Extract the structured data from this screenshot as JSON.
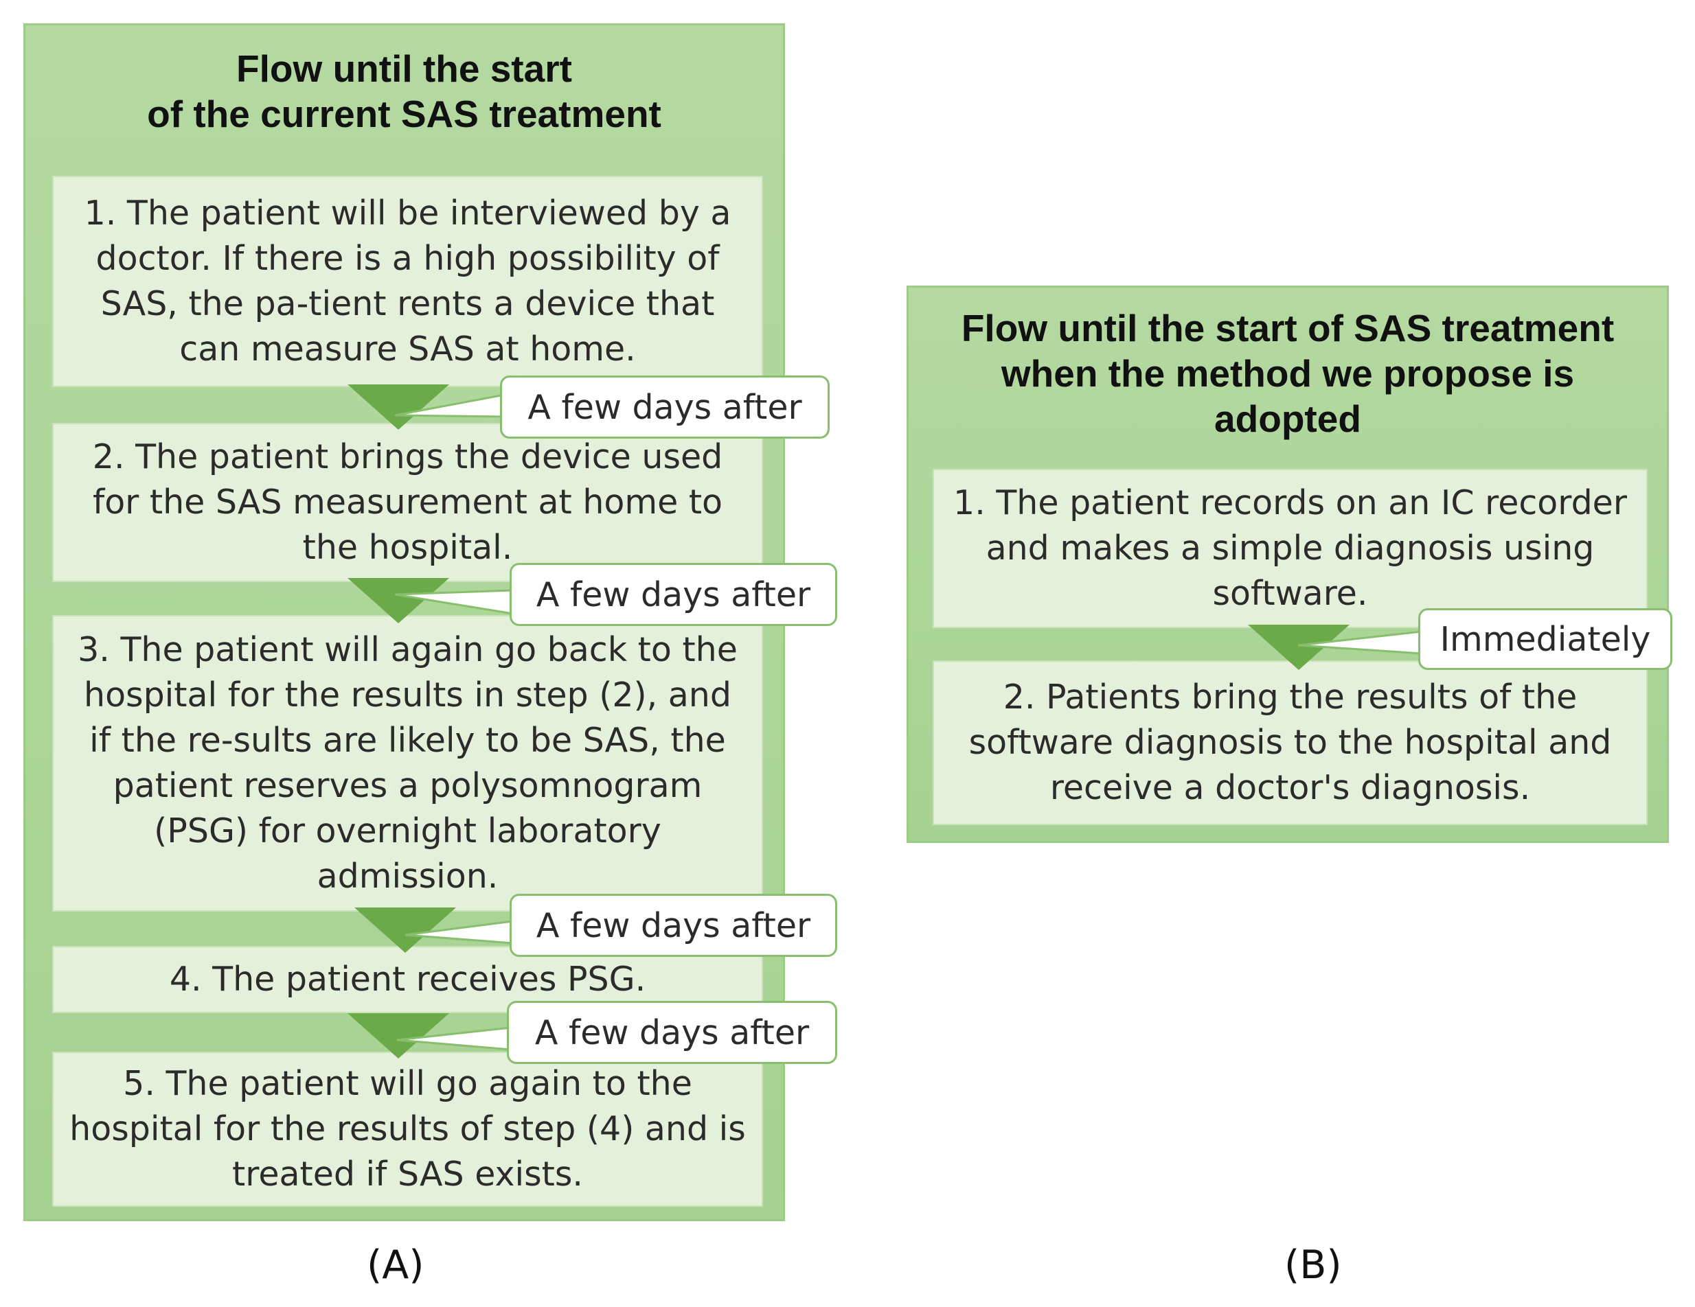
{
  "panel_a": {
    "title_line1": "Flow until the start",
    "title_line2": "of the current SAS treatment",
    "steps": [
      "1. The patient will be interviewed by a doctor. If there is a high possibility of SAS, the pa-tient rents a device that can measure SAS at home.",
      "2. The patient brings the device used for the SAS measurement at home to the hospital.",
      "3. The patient will again go back to the hospital for the results in step (2), and if the re-sults are likely to be SAS, the patient reserves a polysomnogram (PSG) for overnight laboratory admission.",
      "4. The patient receives PSG.",
      "5. The patient will go again to the hospital for the results of step (4) and is treated if SAS exists."
    ],
    "transitions": [
      "A few days after",
      "A few days after",
      "A few days after",
      "A few days after"
    ],
    "label": "(A)"
  },
  "panel_b": {
    "title_line1": "Flow until the start of SAS treatment",
    "title_line2": "when the method we propose is",
    "title_line3": "adopted",
    "steps": [
      "1. The patient records on an IC recorder and makes a simple diagnosis using software.",
      "2. Patients bring the results of the software diagnosis to the hospital and receive a doctor's diagnosis."
    ],
    "transitions": [
      "Immediately"
    ],
    "label": "(B)"
  },
  "colors": {
    "panel_bg": "#b4d9a1",
    "step_bg": "#e4f0da",
    "arrow": "#6aaa48",
    "callout_border": "#87bf6e"
  },
  "icons": {
    "arrow": "down-triangle-arrow"
  }
}
